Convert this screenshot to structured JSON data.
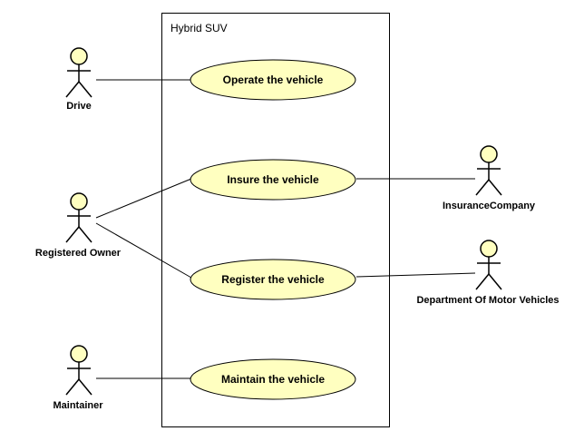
{
  "system": {
    "title": "Hybrid SUV"
  },
  "colors": {
    "use_case_fill": "#ffffc0",
    "actor_head_fill": "#ffffc0",
    "line": "#000000",
    "background": "#ffffff"
  },
  "actors": {
    "drive": "Drive",
    "registered_owner": "Registered Owner",
    "maintainer": "Maintainer",
    "insurance_company": "InsuranceCompany",
    "dmv": "Department Of Motor Vehicles"
  },
  "use_cases": {
    "operate": "Operate the vehicle",
    "insure": "Insure the vehicle",
    "register": "Register the vehicle",
    "maintain": "Maintain the vehicle"
  },
  "associations": [
    {
      "actor": "Drive",
      "use_case": "Operate the vehicle"
    },
    {
      "actor": "Registered Owner",
      "use_case": "Insure the vehicle"
    },
    {
      "actor": "Registered Owner",
      "use_case": "Register the vehicle"
    },
    {
      "actor": "Maintainer",
      "use_case": "Maintain the vehicle"
    },
    {
      "actor": "InsuranceCompany",
      "use_case": "Insure the vehicle"
    },
    {
      "actor": "Department Of Motor Vehicles",
      "use_case": "Register the vehicle"
    }
  ]
}
